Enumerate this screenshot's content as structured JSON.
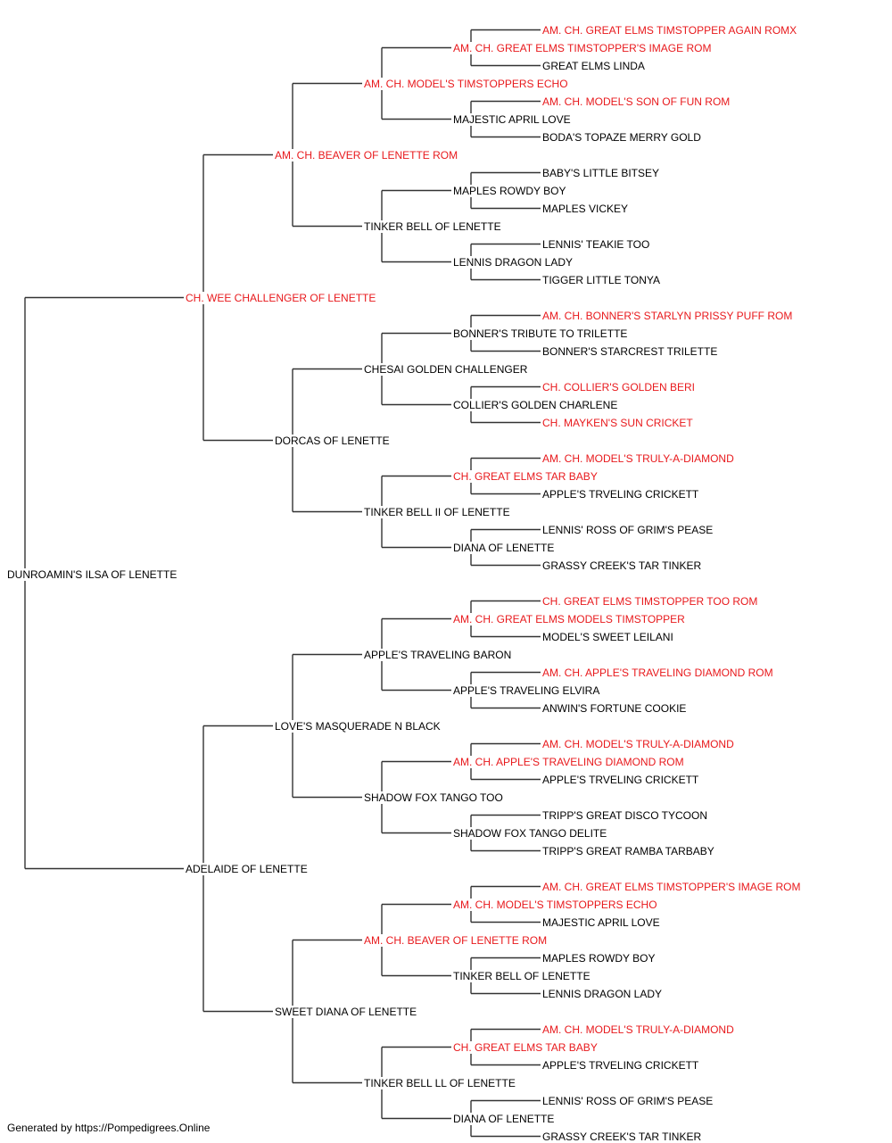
{
  "colors": {
    "champion": "#e8191c",
    "normal": "#000000",
    "line": "#333333"
  },
  "root": {
    "name": "DUNROAMIN'S ILSA OF LENETTE",
    "champion": false
  },
  "sire": {
    "name": "CH. WEE CHALLENGER OF LENETTE",
    "champion": true,
    "sire": {
      "name": "AM. CH. BEAVER OF LENETTE ROM",
      "champion": true,
      "sire": {
        "name": "AM. CH. MODEL'S TIMSTOPPERS ECHO",
        "champion": true,
        "sire": {
          "name": "AM. CH. GREAT ELMS TIMSTOPPER'S IMAGE ROM",
          "champion": true,
          "sire": {
            "name": "AM. CH. GREAT ELMS TIMSTOPPER AGAIN ROMX",
            "champion": true
          },
          "dam": {
            "name": "GREAT ELMS LINDA",
            "champion": false
          }
        },
        "dam": {
          "name": "MAJESTIC APRIL LOVE",
          "champion": false,
          "sire": {
            "name": "AM. CH. MODEL'S SON OF FUN ROM",
            "champion": true
          },
          "dam": {
            "name": "BODA'S TOPAZE MERRY GOLD",
            "champion": false
          }
        }
      },
      "dam": {
        "name": "TINKER BELL OF LENETTE",
        "champion": false,
        "sire": {
          "name": "MAPLES ROWDY BOY",
          "champion": false,
          "sire": {
            "name": "BABY'S LITTLE BITSEY",
            "champion": false
          },
          "dam": {
            "name": "MAPLES VICKEY",
            "champion": false
          }
        },
        "dam": {
          "name": "LENNIS DRAGON LADY",
          "champion": false,
          "sire": {
            "name": "LENNIS' TEAKIE TOO",
            "champion": false
          },
          "dam": {
            "name": "TIGGER LITTLE TONYA",
            "champion": false
          }
        }
      }
    },
    "dam": {
      "name": "DORCAS OF LENETTE",
      "champion": false,
      "sire": {
        "name": "CHESAI GOLDEN CHALLENGER",
        "champion": false,
        "sire": {
          "name": "BONNER'S TRIBUTE TO TRILETTE",
          "champion": false,
          "sire": {
            "name": "AM. CH. BONNER'S STARLYN PRISSY PUFF ROM",
            "champion": true
          },
          "dam": {
            "name": "BONNER'S STARCREST TRILETTE",
            "champion": false
          }
        },
        "dam": {
          "name": "COLLIER'S GOLDEN CHARLENE",
          "champion": false,
          "sire": {
            "name": "CH. COLLIER'S GOLDEN BERI",
            "champion": true
          },
          "dam": {
            "name": "CH. MAYKEN'S SUN CRICKET",
            "champion": true
          }
        }
      },
      "dam": {
        "name": "TINKER BELL II OF LENETTE",
        "champion": false,
        "sire": {
          "name": "CH. GREAT ELMS TAR BABY",
          "champion": true,
          "sire": {
            "name": "AM. CH. MODEL'S TRULY-A-DIAMOND",
            "champion": true
          },
          "dam": {
            "name": "APPLE'S TRVELING CRICKETT",
            "champion": false
          }
        },
        "dam": {
          "name": "DIANA OF LENETTE",
          "champion": false,
          "sire": {
            "name": "LENNIS' ROSS OF GRIM'S PEASE",
            "champion": false
          },
          "dam": {
            "name": "GRASSY CREEK'S TAR TINKER",
            "champion": false
          }
        }
      }
    }
  },
  "dam": {
    "name": "ADELAIDE OF LENETTE",
    "champion": false,
    "sire": {
      "name": "LOVE'S MASQUERADE N BLACK",
      "champion": false,
      "sire": {
        "name": "APPLE'S TRAVELING BARON",
        "champion": false,
        "sire": {
          "name": "AM. CH. GREAT ELMS MODELS TIMSTOPPER",
          "champion": true,
          "sire": {
            "name": "CH. GREAT ELMS TIMSTOPPER TOO ROM",
            "champion": true
          },
          "dam": {
            "name": "MODEL'S SWEET LEILANI",
            "champion": false
          }
        },
        "dam": {
          "name": "APPLE'S TRAVELING ELVIRA",
          "champion": false,
          "sire": {
            "name": "AM. CH. APPLE'S TRAVELING DIAMOND ROM",
            "champion": true
          },
          "dam": {
            "name": "ANWIN'S FORTUNE COOKIE",
            "champion": false
          }
        }
      },
      "dam": {
        "name": "SHADOW FOX TANGO TOO",
        "champion": false,
        "sire": {
          "name": "AM. CH. APPLE'S TRAVELING DIAMOND ROM",
          "champion": true,
          "sire": {
            "name": "AM. CH. MODEL'S TRULY-A-DIAMOND",
            "champion": true
          },
          "dam": {
            "name": "APPLE'S TRVELING CRICKETT",
            "champion": false
          }
        },
        "dam": {
          "name": "SHADOW FOX TANGO DELITE",
          "champion": false,
          "sire": {
            "name": "TRIPP'S GREAT DISCO TYCOON",
            "champion": false
          },
          "dam": {
            "name": "TRIPP'S GREAT RAMBA TARBABY",
            "champion": false
          }
        }
      }
    },
    "dam": {
      "name": "SWEET DIANA OF LENETTE",
      "champion": false,
      "sire": {
        "name": "AM. CH. BEAVER OF LENETTE ROM",
        "champion": true,
        "sire": {
          "name": "AM. CH. MODEL'S TIMSTOPPERS ECHO",
          "champion": true,
          "sire": {
            "name": "AM. CH. GREAT ELMS TIMSTOPPER'S IMAGE ROM",
            "champion": true
          },
          "dam": {
            "name": "MAJESTIC APRIL LOVE",
            "champion": false
          }
        },
        "dam": {
          "name": "TINKER BELL OF LENETTE",
          "champion": false,
          "sire": {
            "name": "MAPLES ROWDY BOY",
            "champion": false
          },
          "dam": {
            "name": "LENNIS DRAGON LADY",
            "champion": false
          }
        }
      },
      "dam": {
        "name": "TINKER BELL LL OF LENETTE",
        "champion": false,
        "sire": {
          "name": "CH. GREAT ELMS TAR BABY",
          "champion": true,
          "sire": {
            "name": "AM. CH. MODEL'S TRULY-A-DIAMOND",
            "champion": true
          },
          "dam": {
            "name": "APPLE'S TRVELING CRICKETT",
            "champion": false
          }
        },
        "dam": {
          "name": "DIANA OF LENETTE",
          "champion": false,
          "sire": {
            "name": "LENNIS' ROSS OF GRIM'S PEASE",
            "champion": false
          },
          "dam": {
            "name": "GRASSY CREEK'S TAR TINKER",
            "champion": false
          }
        }
      }
    }
  },
  "footer": {
    "text": "Generated by https://Pompedigrees.Online"
  }
}
